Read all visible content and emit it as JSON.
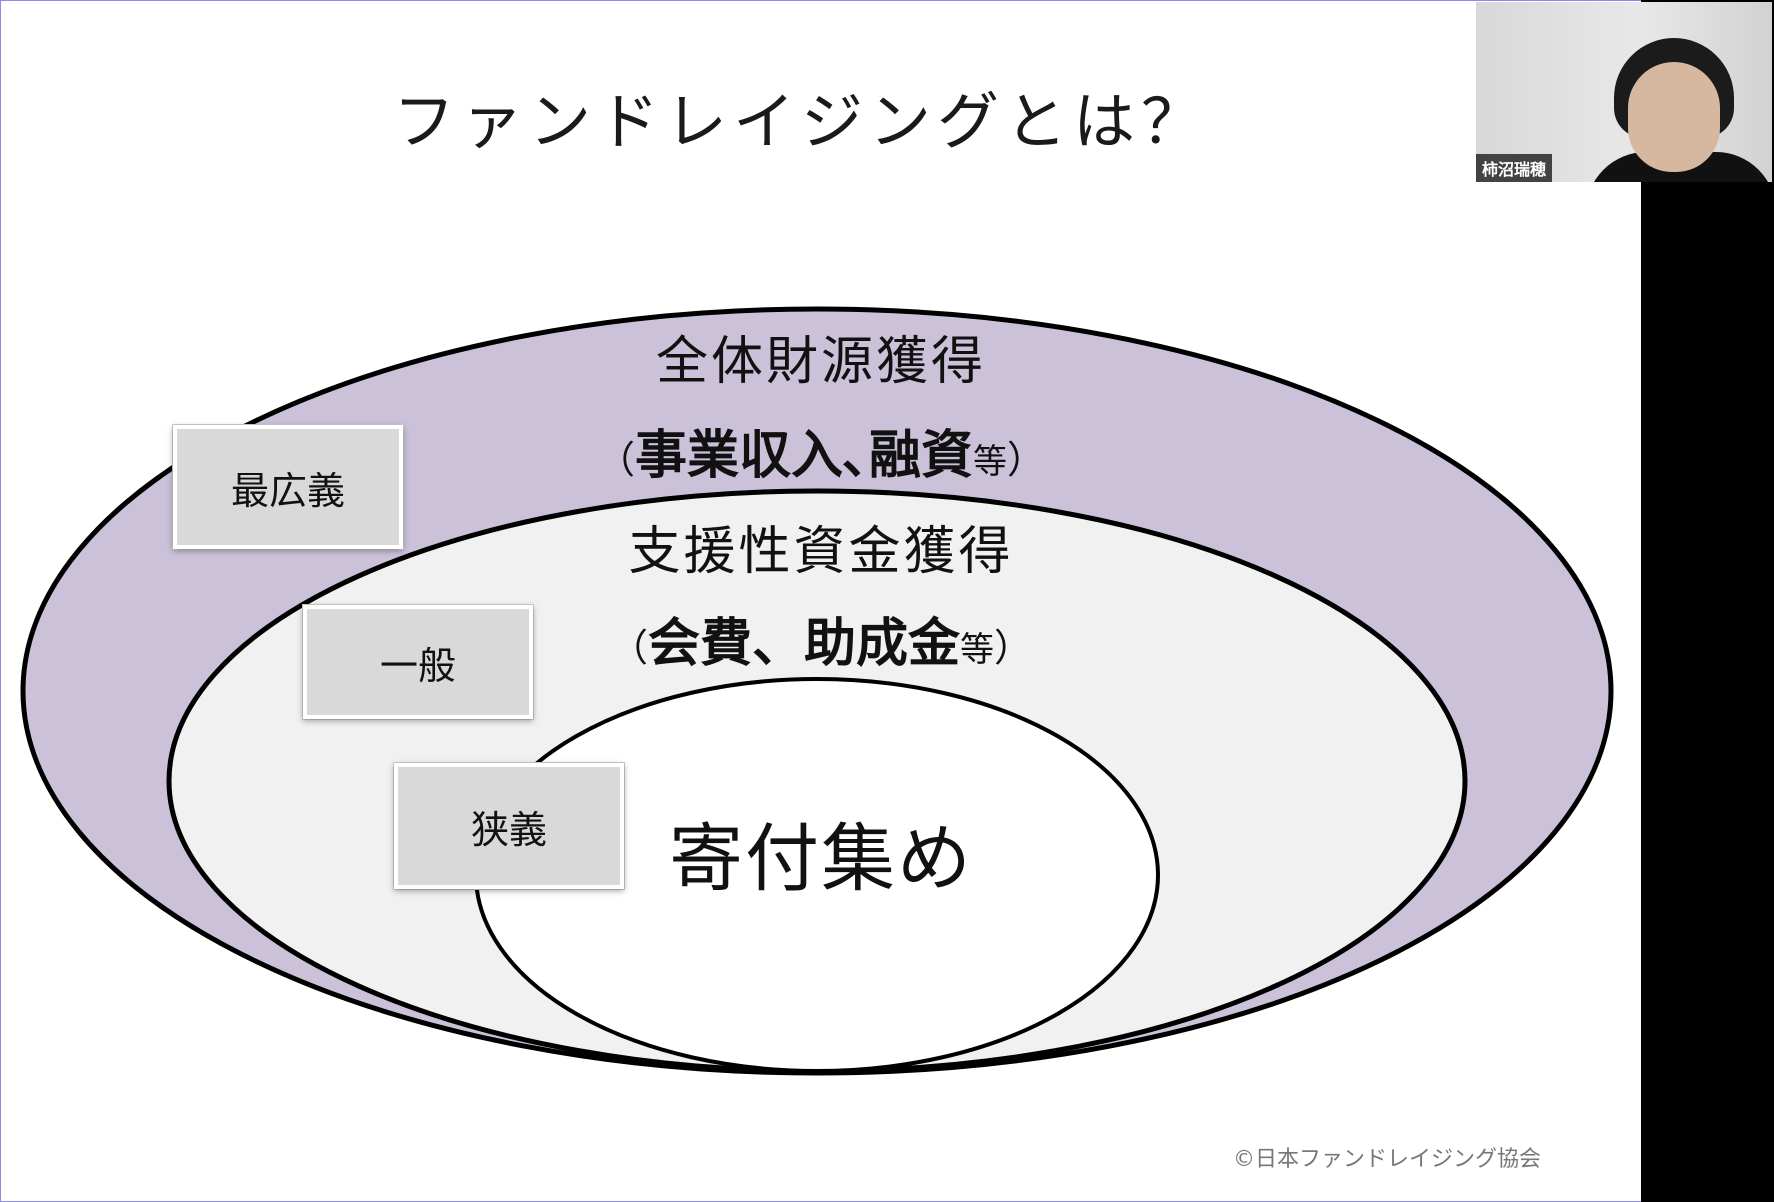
{
  "slide": {
    "title": "ファンドレイジングとは？",
    "outer": {
      "line1": "全体財源獲得",
      "line2_open": "（",
      "line2_bold": "事業収入､融資",
      "line2_small": "等",
      "line2_close": "）",
      "fill": "#cbc2da"
    },
    "middle": {
      "line1": "支援性資金獲得",
      "line2_open": "（",
      "line2_bold": "会費、助成金",
      "line2_small": "等",
      "line2_close": "）",
      "fill": "#f1f1f1"
    },
    "inner": {
      "label": "寄付集め",
      "fill": "#ffffff"
    },
    "tags": {
      "broadest": "最広義",
      "general": "一般",
      "narrow": "狭義"
    },
    "copyright": "©日本ファンドレイジング協会"
  },
  "video": {
    "participant_name": "柿沼瑞穂"
  }
}
